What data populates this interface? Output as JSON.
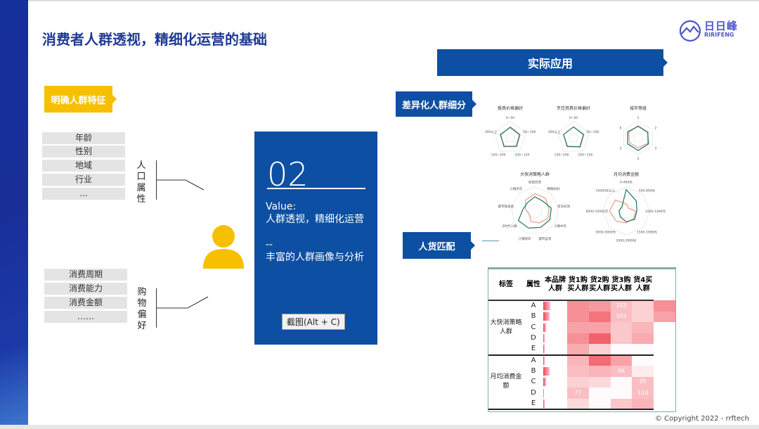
{
  "title": "消费者人群透视，精细化运营的基础",
  "logo": {
    "cn": "日日峰",
    "en": "RIRIFENG"
  },
  "banner": "实际应用",
  "tags": {
    "yellow": "明确人群特征",
    "segment": "差异化人群细分",
    "match": "人货匹配"
  },
  "demographics": {
    "items": [
      "年龄",
      "性别",
      "地域",
      "行业",
      "..."
    ],
    "label": [
      "人",
      "口",
      "属",
      "性"
    ]
  },
  "shopping": {
    "items": [
      "消费周期",
      "消费能力",
      "消费金额",
      "……"
    ],
    "label": [
      "购",
      "物",
      "偏",
      "好"
    ]
  },
  "card": {
    "number": "02",
    "text": "Value:\n人群透视，精细化运营\n\n--\n丰富的人群画像与分析"
  },
  "tooltip": "截图(Alt + C)",
  "copyright": "© Copyright  2022  -  rrftech",
  "accent": "#0d4fa3",
  "radars": [
    {
      "title": "餐具价格偏好",
      "axes": [
        "0~50",
        "50~100",
        "100~150",
        "150~200",
        "200以上"
      ],
      "max": 150,
      "series": [
        [
          100,
          95,
          100,
          100,
          90
        ],
        [
          95,
          90,
          95,
          95,
          95
        ]
      ]
    },
    {
      "title": "烹饪用具价格偏好",
      "axes": [
        "0~50",
        "50~100",
        "100~150",
        "150~200",
        "200以上"
      ],
      "max": 150,
      "series": [
        [
          100,
          100,
          105,
          100,
          95
        ],
        [
          100,
          95,
          100,
          95,
          95
        ]
      ]
    },
    {
      "title": "城市等级",
      "axes": [
        "1",
        "2",
        "3",
        "4",
        "5",
        "6"
      ],
      "max": 150,
      "series": [
        [
          110,
          105,
          100,
          90,
          90,
          100
        ],
        [
          105,
          100,
          110,
          115,
          110,
          110
        ]
      ]
    },
    {
      "title": "大快消策略人群",
      "axes": [
        "新锐白领",
        "精致妈妈",
        "资深白领",
        "小镇中年",
        "都市蓝领",
        "小镇青年",
        "Z时代人群",
        "都市银发族",
        "小镇老年"
      ],
      "max": 150,
      "series": [
        [
          110,
          105,
          90,
          95,
          80,
          70,
          40,
          60,
          90
        ],
        [
          90,
          80,
          105,
          110,
          110,
          115,
          120,
          75,
          70
        ]
      ]
    },
    {
      "title": "月均消费金额",
      "axes": [
        "0-499元",
        "500-899元",
        "1000-1499元",
        "1500-1999元",
        "2000-2999元",
        "3000-5999元",
        "6000-10000元",
        "10000元以上"
      ],
      "max": 200,
      "series": [
        [
          60,
          30,
          80,
          90,
          100,
          120,
          140,
          130
        ],
        [
          180,
          120,
          90,
          100,
          90,
          70,
          60,
          50
        ]
      ]
    }
  ],
  "heatmap": {
    "headers": [
      "标签",
      "属性",
      "本品牌人群",
      "货1购买人群",
      "货2购买人群",
      "货3购买人群",
      "货4买人群"
    ],
    "groups": [
      {
        "label": "大快消策略人群",
        "rows": [
          [
            "A",
            0.3,
            0.6,
            0.55,
            103,
            0.25,
            0.6
          ],
          [
            "B",
            0.25,
            0.6,
            0.75,
            102,
            0.25,
            0.5
          ],
          [
            "C",
            0.12,
            0.5,
            0.5,
            0.3,
            0.4
          ],
          [
            "D",
            0.06,
            0.6,
            0.85,
            0.3,
            0.45
          ],
          [
            "E",
            0.05,
            0.45,
            0.25,
            0.02,
            0.02
          ]
        ]
      },
      {
        "label": "月均消费金额",
        "rows": [
          [
            "A",
            0.06,
            0.4,
            0.8,
            0.5,
            0.02
          ],
          [
            "B",
            0.25,
            0.35,
            0.4,
            96,
            0.1
          ],
          [
            "C",
            0.12,
            0.25,
            0.2,
            0.02,
            95
          ],
          [
            "D",
            0.03,
            77,
            0.02,
            0.02,
            110
          ],
          [
            "E",
            0.05,
            0.2,
            0.02,
            0.3,
            0.4
          ]
        ]
      }
    ]
  }
}
